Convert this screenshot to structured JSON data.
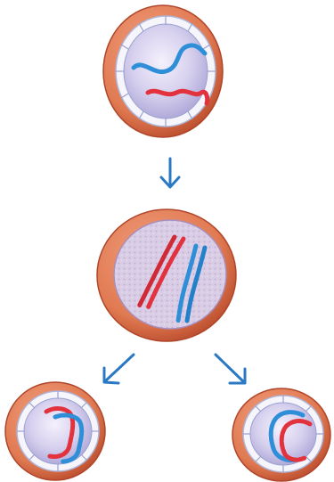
{
  "colors": {
    "cell_membrane": "#e07a52",
    "cell_membrane_dark": "#c2522f",
    "nuclear_envelope": "#f3f3fb",
    "nuclear_envelope_stroke": "#b9bfdc",
    "nucleus_fill": "#c8c3e6",
    "nucleus_highlight": "#eeeaf9",
    "chromosome_red": "#e2323d",
    "chromosome_blue": "#2f8ed8",
    "arrow": "#2b78c4"
  },
  "stages": [
    {
      "id": "parent-cell",
      "description_icon": "cell-with-uncondensed-chromosomes"
    },
    {
      "id": "replicated-cell",
      "description_icon": "cell-with-paired-chromosomes"
    },
    {
      "id": "daughter-cell-left",
      "description_icon": "daughter-cell"
    },
    {
      "id": "daughter-cell-right",
      "description_icon": "daughter-cell"
    }
  ],
  "arrows": [
    "down-arrow-icon",
    "down-left-arrow-icon",
    "down-right-arrow-icon"
  ]
}
